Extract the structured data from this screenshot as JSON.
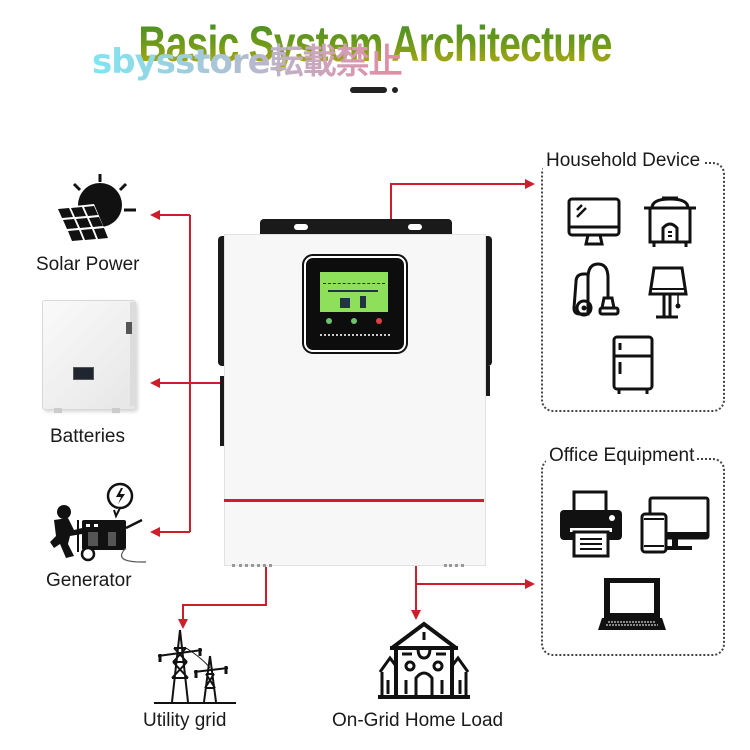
{
  "title": "Basic System Architecture",
  "watermark": "sbysstore転載禁止",
  "colors": {
    "arrow": "#cc1f2b",
    "title_top": "#3a8c2a",
    "title_bottom": "#c9ae12",
    "lcd": "#8ee05a"
  },
  "sources": [
    {
      "label": "Solar Power",
      "icon": "solar-panel-sun-icon"
    },
    {
      "label": "Batteries",
      "icon": "battery-pack-icon"
    },
    {
      "label": "Generator",
      "icon": "generator-icon"
    }
  ],
  "center_device": {
    "name": "hybrid-inverter",
    "icon": "inverter-icon"
  },
  "outputs": {
    "household": {
      "title": "Household Device",
      "items": [
        "monitor-icon",
        "rice-cooker-icon",
        "vacuum-cleaner-icon",
        "lamp-icon",
        "refrigerator-icon"
      ]
    },
    "office": {
      "title": "Office Equipment",
      "items": [
        "printer-icon",
        "tablet-desktop-icon",
        "laptop-icon"
      ]
    },
    "utility_grid": {
      "label": "Utility grid",
      "icon": "power-tower-icon"
    },
    "home_load": {
      "label": "On-Grid Home Load",
      "icon": "house-icon"
    }
  }
}
